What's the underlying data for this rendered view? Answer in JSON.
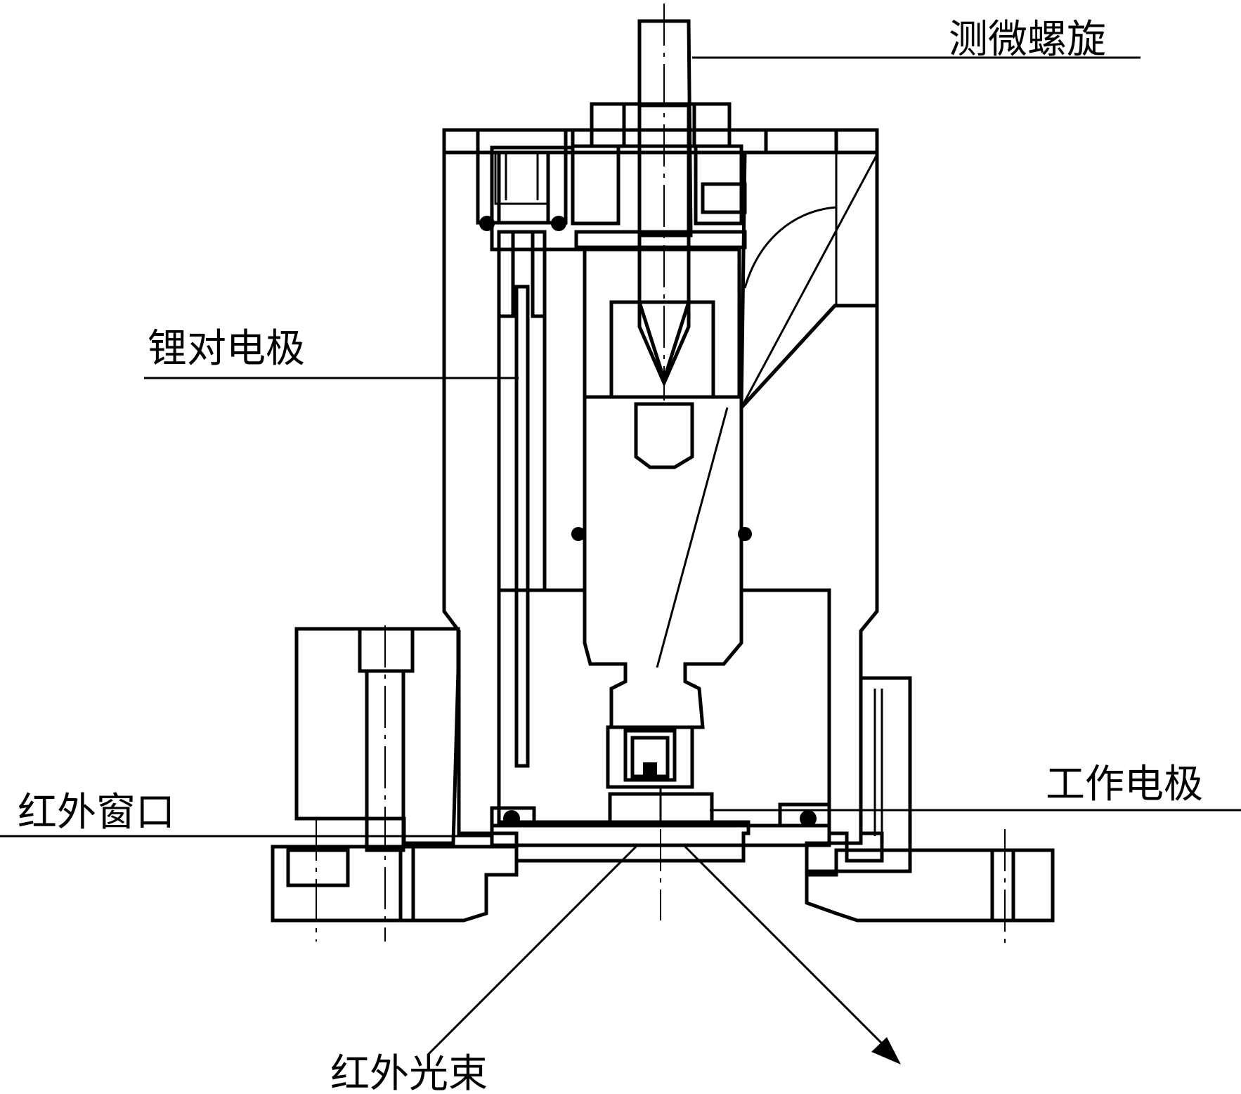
{
  "labels": {
    "micrometer": "测微螺旋",
    "li_counter_electrode": "锂对电极",
    "ir_window": "红外窗口",
    "working_electrode": "工作电极",
    "ir_beam": "红外光束"
  },
  "colors": {
    "line": "#000000",
    "background": "#ffffff",
    "window_fill": "#c8c8c8"
  },
  "icons": {
    "hatch_metal": "diagonal-hatch",
    "hatch_insulator": "cross-hatch",
    "hatch_glass": "dashed-hatch",
    "beam_arrow": "arrow-head"
  }
}
